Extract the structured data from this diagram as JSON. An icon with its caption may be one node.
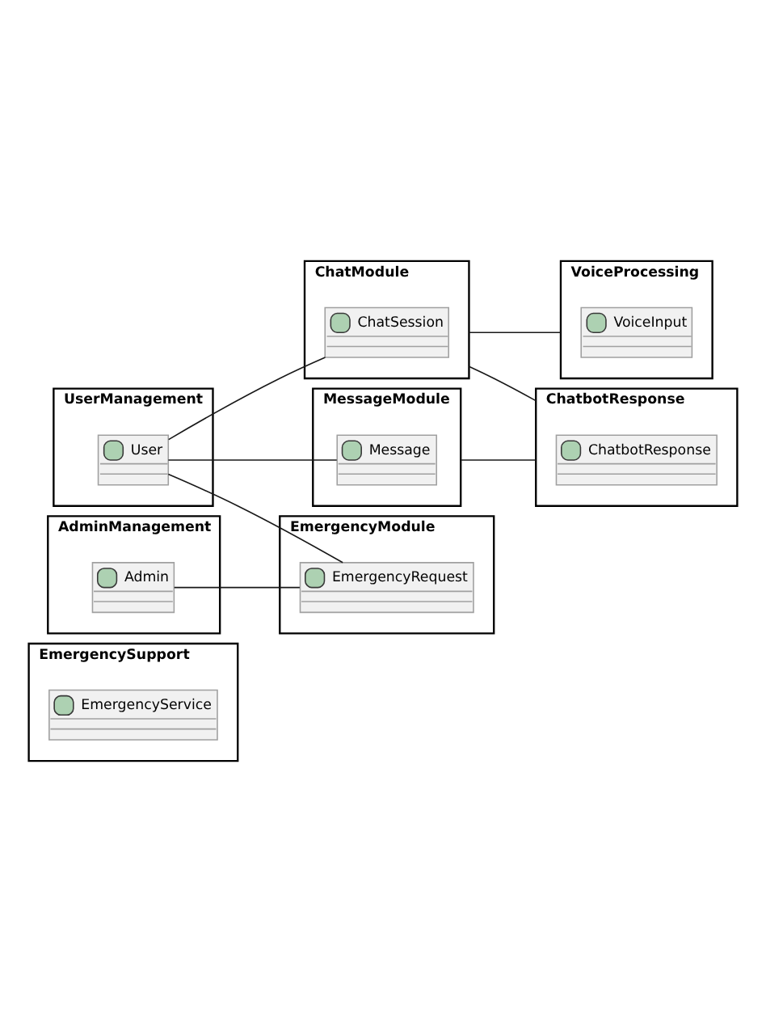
{
  "diagram": {
    "nodes": [
      {
        "text": [
          "EmergencySupport"
        ]
      },
      {
        "text": [
          "EmergencyService"
        ],
        "in": 0
      },
      {
        "text": [
          "ChatModule"
        ]
      },
      {
        "text": [
          "ChatSession"
        ],
        "in": 2
      },
      {
        "text": [
          "VoiceProcessing"
        ]
      },
      {
        "text": [
          "VoiceInput"
        ],
        "in": 4
      },
      {
        "text": [
          "UserManagement"
        ]
      },
      {
        "text": [
          "User"
        ],
        "in": 6
      },
      {
        "text": [
          "MessageModule"
        ]
      },
      {
        "text": [
          "Message"
        ],
        "in": 8
      },
      {
        "text": [
          "ChatbotResponse"
        ]
      },
      {
        "text": [
          "ChatbotResponse"
        ],
        "in": 10
      },
      {
        "text": [
          "AdminManagement"
        ]
      },
      {
        "text": [
          "Admin"
        ],
        "in": 12
      },
      {
        "text": [
          "EmergencyModule"
        ]
      },
      {
        "text": [
          "EmergencyRequest"
        ],
        "in": 14
      }
    ],
    "edges": [
      {
        "from": 7,
        "to": 3,
        "arrow": "none"
      },
      {
        "from": 7,
        "to": 9,
        "arrow": "none"
      },
      {
        "from": 7,
        "to": 15,
        "arrow": "none"
      },
      {
        "from": 13,
        "to": 15,
        "arrow": "none"
      },
      {
        "from": 2,
        "to": 4,
        "arrow": "none"
      },
      {
        "from": 2,
        "to": 10,
        "arrow": "none"
      },
      {
        "from": 8,
        "to": 10,
        "arrow": "none"
      }
    ]
  }
}
